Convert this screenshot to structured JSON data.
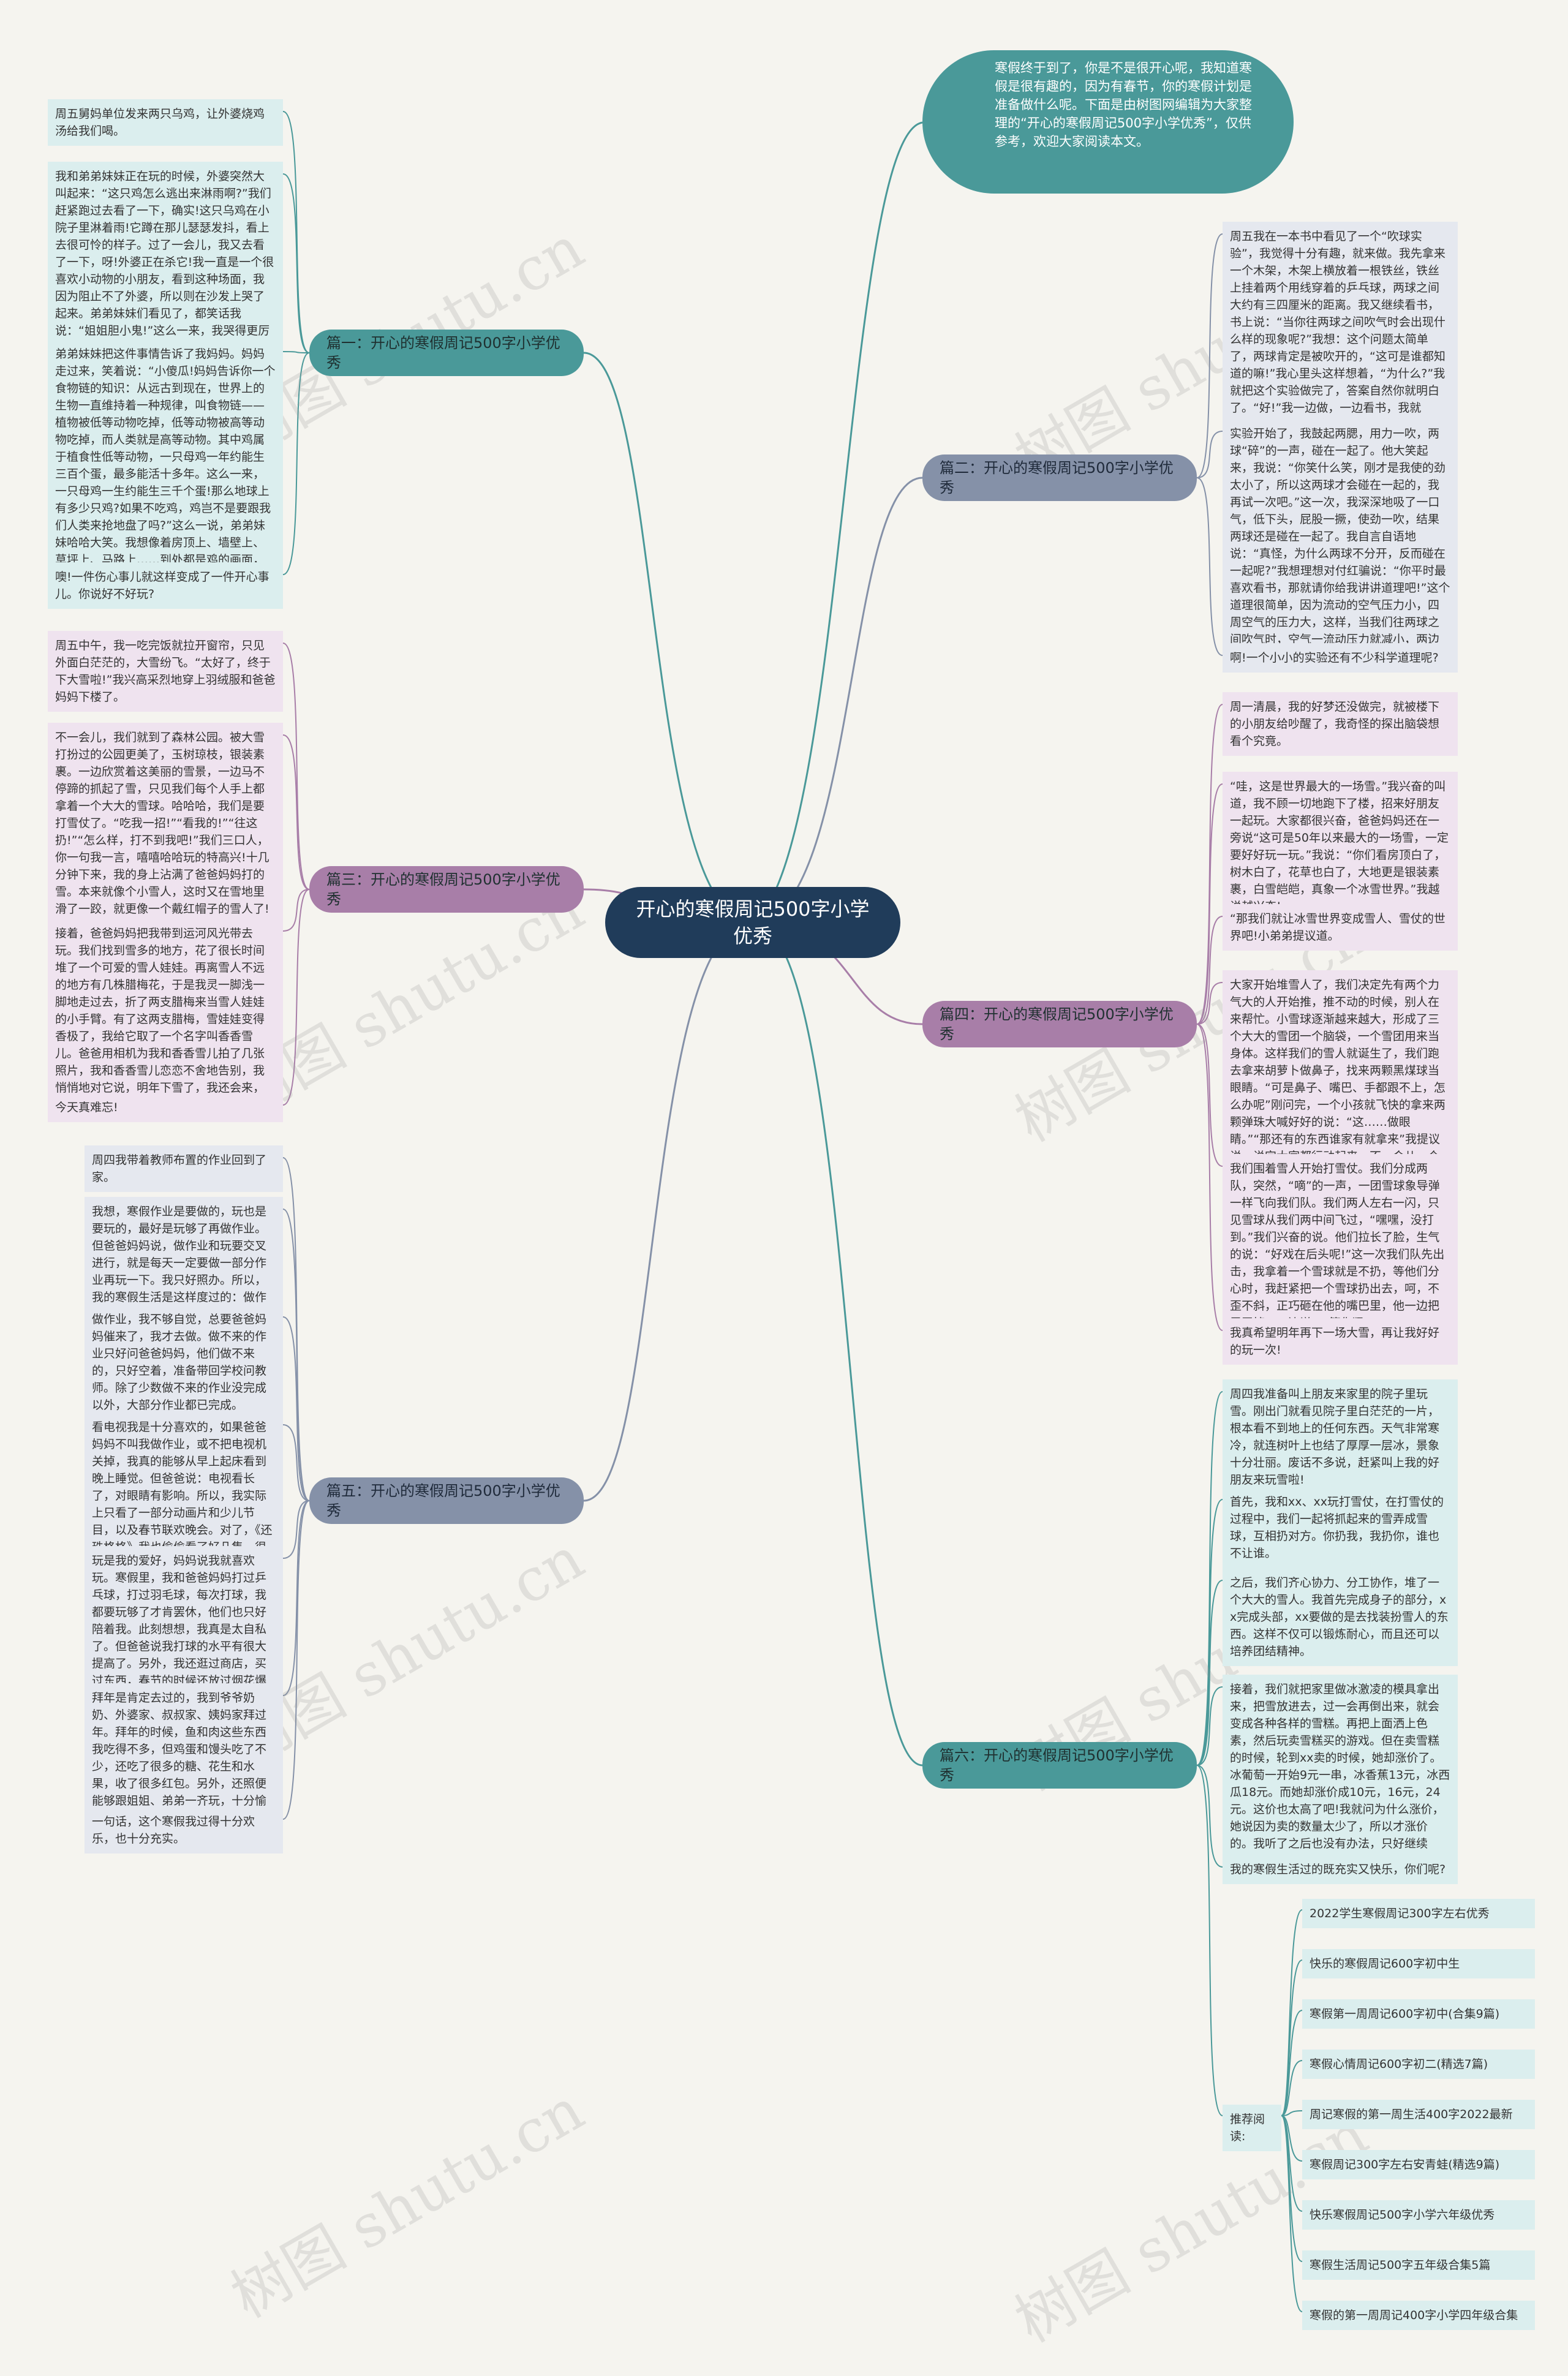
{
  "title": "开心的寒假周记500字小学优秀",
  "intro": "寒假终于到了，你是不是很开心呢，我知道寒假是很有趣的，因为有春节，你的寒假计划是准备做什么呢。下面是由树图网编辑为大家整理的“开心的寒假周记500字小学优秀”，仅供参考，欢迎大家阅读本文。",
  "watermark": "树图 shutu.cn",
  "branches": [
    {
      "label": "篇一：开心的寒假周记500字小学优秀",
      "color": "#4a9999",
      "items": [
        "周五舅妈单位发来两只乌鸡，让外婆烧鸡汤给我们喝。",
        "我和弟弟妹妹正在玩的时候，外婆突然大叫起来：“这只鸡怎么逃出来淋雨啊?”我们赶紧跑过去看了一下，确实!这只乌鸡在小院子里淋着雨!它蹲在那儿瑟瑟发抖，看上去很可怜的样子。过了一会儿，我又去看了一下，呀!外婆正在杀它!我一直是一个很喜欢小动物的小朋友，看到这种场面，我因为阻止不了外婆，所以则在沙发上哭了起来。弟弟妹妹们看见了，都笑话我说：“姐姐胆小鬼!”这么一来，我哭得更厉害了。",
        "弟弟妹妹把这件事情告诉了我妈妈。妈妈走过来，笑着说：“小傻瓜!妈妈告诉你一个食物链的知识：从远古到现在，世界上的生物一直维持着一种规律，叫食物链——植物被低等动物吃掉，低等动物被高等动物吃掉，而人类就是高等动物。其中鸡属于植食性低等动物，一只母鸡一年约能生三百个蛋，最多能活十多年。这么一来，一只母鸡一生约能生三千个蛋!那么地球上有多少只鸡?如果不吃鸡，鸡岂不是要跟我们人类来抢地盘了吗?”这么一说，弟弟妹妹哈哈大笑。我想像着房顶上、墙壁上、草坪上、马路上……到处都是鸡的画面，不禁也破涕为笑了。",
        "噢!一件伤心事儿就这样变成了一件开心事儿。你说好不好玩?"
      ]
    },
    {
      "label": "篇二：开心的寒假周记500字小学优秀",
      "color": "#8591a8",
      "items": [
        "周五我在一本书中看见了一个“吹球实验”，我觉得十分有趣，就来做。我先拿来一个木架，木架上横放着一根铁丝，铁丝上挂着两个用线穿着的乒乓球，两球之间大约有三四厘米的距离。我又继续看书，书上说：“当你往两球之间吹气时会出现什么样的现象呢?”我想：这个问题太简单了，两球肯定是被吹开的，“这可是谁都知道的嘛!”我心里头这样想着，“为什么?”我就把这个实验做完了，答案自然你就明白了。“好!”我一边做，一边看书，我就把“两球之间的距离增大”这个答案准备好了，可是做完实验后，却发现两球靠近了，就知道了。",
        "实验开始了，我鼓起两腮，用力一吹，两球“碎”的一声，碰在一起了。他大笑起来，我说：“你笑什么笑，刚才是我使的劲太小了，所以这两球才会碰在一起的，我再试一次吧。”这一次，我深深地吸了一口气，低下头，屁股一撅，使劲一吹，结果两球还是碰在一起了。我自言自语地说：“真怪，为什么两球不分开，反而碰在一起呢?”我想理想对付红骗说：“你平时最喜欢看书，那就请你给我讲讲道理吧!”这个道理很简单，因为流动的空气压力小，四周空气的压力大，这样，当我们往两球之间吹气时，空气一流动压力就减小，两边空气压力就大，所以就推着两球向内碰。",
        "啊!一个小小的实验还有不少科学道理呢?"
      ]
    },
    {
      "label": "篇三：开心的寒假周记500字小学优秀",
      "color": "#a87ea8",
      "items": [
        "周五中午，我一吃完饭就拉开窗帘，只见外面白茫茫的，大雪纷飞。“太好了，终于下大雪啦!”我兴高采烈地穿上羽绒服和爸爸妈妈下楼了。",
        "不一会儿，我们就到了森林公园。被大雪打扮过的公园更美了，玉树琼枝，银装素裹。一边欣赏着这美丽的雪景，一边马不停蹄的抓起了雪，只见我们每个人手上都拿着一个大大的雪球。哈哈哈，我们是要打雪仗了。“吃我一招!”“看我的!”“往这扔!”“怎么样，打不到我吧!”我们三口人，你一句我一言，嘻嘻哈哈玩的特高兴!十几分钟下来，我的身上沾满了爸爸妈妈打的雪。本来就像个小雪人，这时又在雪地里滑了一跤，就更像一个戴红帽子的雪人了!惹得爸爸妈妈哈哈大笑!",
        "接着，爸爸妈妈把我带到运河风光带去玩。我们找到雪多的地方，花了很长时间堆了一个可爱的雪人娃娃。再离雪人不远的地方有几株腊梅花，于是我灵一脚浅一脚地走过去，折了两支腊梅来当雪人娃娃的小手臂。有了这两支腊梅，雪娃娃变得香极了，我给它取了一个名字叫香香雪儿。爸爸用相机为我和香香雪儿拍了几张照片，我和香香雪儿恋恋不舍地告别，我悄悄地对它说，明年下雪了，我还会来，我会再堆一个大大的雪人儿!",
        "今天真难忘!"
      ]
    },
    {
      "label": "篇四：开心的寒假周记500字小学优秀",
      "color": "#a87ea8",
      "items": [
        "周一清晨，我的好梦还没做完，就被楼下的小朋友给吵醒了，我奇怪的探出脑袋想看个究竟。",
        "“哇，这是世界最大的一场雪。”我兴奋的叫道，我不顾一切地跑下了楼，招来好朋友一起玩。大家都很兴奋，爸爸妈妈还在一旁说“这可是50年以来最大的一场雪，一定要好好玩一玩。”我说：“你们看房顶白了，树木白了，花草也白了，大地更是银装素裹，白雪皑皑，真象一个冰雪世界。”我越说越兴奋!",
        "“那我们就让冰雪世界变成雪人、雪仗的世界吧!小弟弟提议道。",
        "大家开始堆雪人了，我们决定先有两个力气大的人开始推，推不动的时候，别人在来帮忙。小雪球逐渐越来越大，形成了三个大大的雪团一个脑袋，一个雪团用来当身体。这样我们的雪人就诞生了，我们跑去拿来胡萝卜做鼻子，找来两颗黑煤球当眼睛。“可是鼻子、嘴巴、手都跟不上，怎么办呢”刚问完，一个小孩就飞快的拿来两颗弹珠大喊好好的说：“这……做眼睛。”“那还有的东西谁家有就拿来”我提议说。说完大家都行动起来，不一会儿一个可爱的雪人就堆好了。",
        "我们围着雪人开始打雪仗。我们分成两队，突然，“嘀”的一声，一团雪球象导弹一样飞向我们队。我们两人左右一闪，只见雪球从我们两中间飞过，“嘿嘿，没打到。”我们兴奋的说。他们拉长了脸，生气的说：“好戏在后头呢!”这一次我们队先出击，我拿着一个雪球就是不扔，等他们分心时，我赶紧把一个雪球扔出去，呵，不歪不斜，正巧砸在他的嘴巴里，他一边把雪弄掉，一边说：“算你狠。”……",
        "我真希望明年再下一场大雪，再让我好好的玩一次!"
      ]
    },
    {
      "label": "篇五：开心的寒假周记500字小学优秀",
      "color": "#8591a8",
      "items": [
        "周四我带着教师布置的作业回到了家。",
        "我想，寒假作业是要做的，玩也是要玩的，最好是玩够了再做作业。但爸爸妈妈说，做作业和玩要交叉进行，就是每天一定要做一部分作业再玩一下。我只好照办。所以，我的寒假生活是这样度过的：做作业、看电视、玩和拜年。",
        "做作业，我不够自觉，总要爸爸妈妈催来了，我才去做。做不来的作业只好问爸爸妈妈，他们做不来的，只好空着，准备带回学校问教师。除了少数做不来的作业没完成以外，大部分作业都已完成。",
        "看电视我是十分喜欢的，如果爸爸妈妈不叫我做作业，或不把电视机关掉，我真的能够从早上起床看到晚上睡觉。但爸爸说：电视看长了，对眼睛有影响。所以，我实际上只看了一部分动画片和少儿节目，以及春节联欢晚会。对了，《还珠格格》我也偷偷看了好几集，很过瘾的。",
        "玩是我的爱好，妈妈说我就喜欢玩。寒假里，我和爸爸妈妈打过乒乓球，打过羽毛球，每次打球，我都要玩够了才肯罢休，他们也只好陪着我。此刻想想，我真是太自私了。但爸爸说我打球的水平有很大提高了。另外，我还逛过商店，买过东西，春节的时候还放过烟花爆竹，开心极了。",
        "拜年是肯定去过的，我到爷爷奶奶、外婆家、叔叔家、姨妈家拜过年。拜年的时候，鱼和肉这些东西我吃得不多，但鸡蛋和馒头吃了不少，还吃了很多的糖、花生和水果，收了很多红包。另外，还照便能够跟姐姐、弟弟一齐玩，十分愉快。",
        "一句话，这个寒假我过得十分欢乐，也十分充实。"
      ]
    },
    {
      "label": "篇六：开心的寒假周记500字小学优秀",
      "color": "#4a9999",
      "items": [
        "周四我准备叫上朋友来家里的院子里玩雪。刚出门就看见院子里白茫茫的一片，根本看不到地上的任何东西。天气非常寒冷，就连树叶上也结了厚厚一层冰，景象十分壮丽。废话不多说，赶紧叫上我的好朋友来玩雪啦!",
        "首先，我和xx、xx玩打雪仗，在打雪仗的过程中，我们一起将抓起来的雪弄成雪球，互相扔对方。你扔我，我扔你，谁也不让谁。",
        "之后，我们齐心协力、分工协作，堆了一个大大的雪人。我首先完成身子的部分，xx完成头部，xx要做的是去找装扮雪人的东西。这样不仅可以锻炼耐心，而且还可以培养团结精神。",
        "接着，我们就把家里做冰激凌的模具拿出来，把雪放进去，过一会再倒出来，就会变成各种各样的雪糕。再把上面洒上色素，然后玩卖雪糕买的游戏。但在卖雪糕的时候，轮到xx卖的时候，她却涨价了。冰葡萄一开始9元一串，冰香蕉13元，冰西瓜18元。而她却涨价成10元，16元，24元。这价也太高了吧!我就问为什么涨价，她说因为卖的数量太少了，所以才涨价的。我听了之后也没有办法，只好继续了。",
        "我的寒假生活过的既充实又快乐，你们呢?"
      ]
    }
  ],
  "recommend": {
    "label": "推荐阅读:",
    "items": [
      "2022学生寒假周记300字左右优秀",
      "快乐的寒假周记600字初中生",
      "寒假第一周周记600字初中(合集9篇)",
      "寒假心情周记600字初二(精选7篇)",
      "周记寒假的第一周生活400字2022最新",
      "寒假周记300字左右安青蛙(精选9篇)",
      "快乐寒假周记500字小学六年级优秀",
      "寒假生活周记500字五年级合集5篇",
      "寒假的第一周周记400字小学四年级合集"
    ]
  },
  "colors": {
    "central": "#203c5a",
    "teal": "#4a9999",
    "slate": "#8591a8",
    "purple": "#a87ea8",
    "line": "#6a9e9e"
  }
}
